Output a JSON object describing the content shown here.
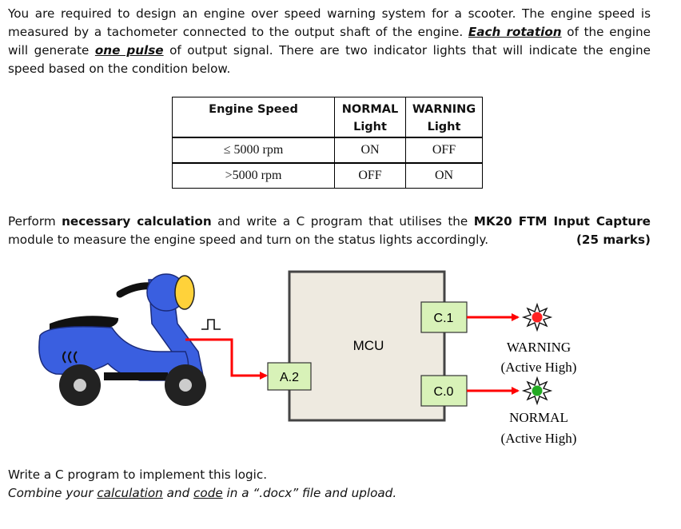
{
  "intro": {
    "t1": "You are required to design an engine over speed warning system for a scooter. The engine speed is measured by a tachometer connected to the output shaft of the engine. ",
    "each_rotation": "Each rotation",
    "t2": " of the engine will generate ",
    "one_pulse": "one pulse",
    "t3": " of output signal. There are two indicator lights that will indicate the engine speed based on the condition below."
  },
  "table": {
    "headers": [
      "Engine Speed",
      "NORMAL Light",
      "WARNING Light"
    ],
    "rows": [
      [
        "≤ 5000 rpm",
        "ON",
        "OFF"
      ],
      [
        ">5000 rpm",
        "OFF",
        "ON"
      ]
    ]
  },
  "task": {
    "t1": "Perform ",
    "b1": "necessary calculation",
    "t2": " and write a C program that utilises the ",
    "b2": "MK20 FTM Input Capture",
    "t3": " module to measure the engine speed and turn on the status lights accordingly.",
    "marks": "(25 marks)"
  },
  "diagram": {
    "mcu_label": "MCU",
    "input_pin": "A.2",
    "pin_warning": "C.1",
    "pin_normal": "C.0",
    "warning_label": "WARNING",
    "warning_sub": "(Active High)",
    "normal_label": "NORMAL",
    "normal_sub": "(Active High)",
    "colors": {
      "red_led": "#ff2222",
      "green_led": "#22aa22",
      "scooter": "#3a5fe0",
      "mcu_fill": "#eeeae0",
      "wire": "#ff0000",
      "pin_fill": "#d8f2b8"
    }
  },
  "footer": {
    "line1": "Write a C program to implement this logic.",
    "l2a": "Combine your ",
    "calc": "calculation",
    "l2b": " and ",
    "code": "code",
    "l2c": " in a “.docx” file and upload."
  }
}
